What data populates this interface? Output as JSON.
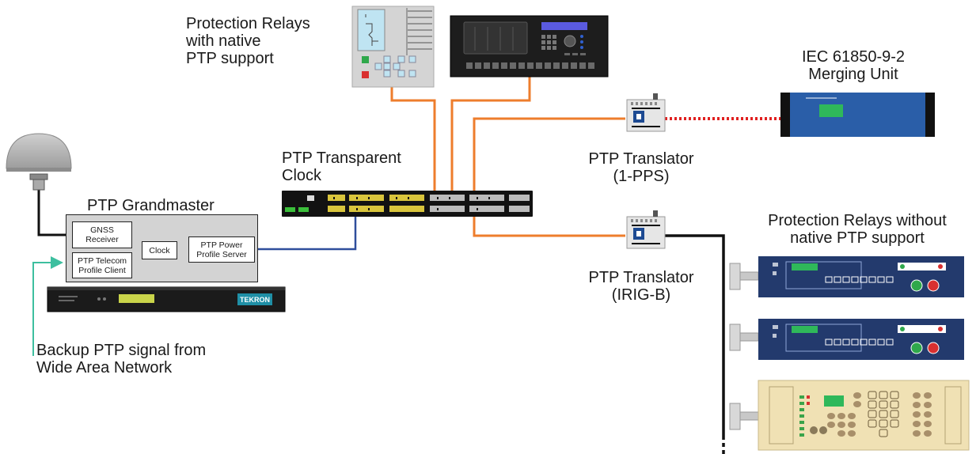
{
  "labels": {
    "relays_native": [
      "Protection Relays",
      "with native",
      "PTP support"
    ],
    "merging_unit": [
      "IEC 61850-9-2",
      "Merging Unit"
    ],
    "transparent_clock": [
      "PTP Transparent",
      "Clock"
    ],
    "grandmaster": "PTP Grandmaster",
    "translator_pps": [
      "PTP Translator",
      "(1-PPS)"
    ],
    "translator_irig": [
      "PTP Translator",
      "(IRIG-B)"
    ],
    "relays_without": [
      "Protection Relays without",
      "native PTP support"
    ],
    "backup": [
      "Backup PTP signal from",
      "Wide Area Network"
    ]
  },
  "grandmaster_blocks": {
    "gnss": [
      "GNSS",
      "Receiver"
    ],
    "clock": "Clock",
    "power_profile": [
      "PTP Power",
      "Profile Server"
    ],
    "telecom_profile": [
      "PTP Telecom",
      "Profile Client"
    ]
  },
  "device_text": {
    "tekron_logo": "TEKRON"
  },
  "colors": {
    "copper_ethernet": "#ee7d2c",
    "grandmaster_link": "#2f4e9c",
    "backup_link": "#3dbf9f",
    "irig_bus": "#111111",
    "pps_link": "#e02020",
    "relay_blue": "#233a6d",
    "merging_unit": "#2a5ea8",
    "relay_beige": "#f0e1b4"
  }
}
